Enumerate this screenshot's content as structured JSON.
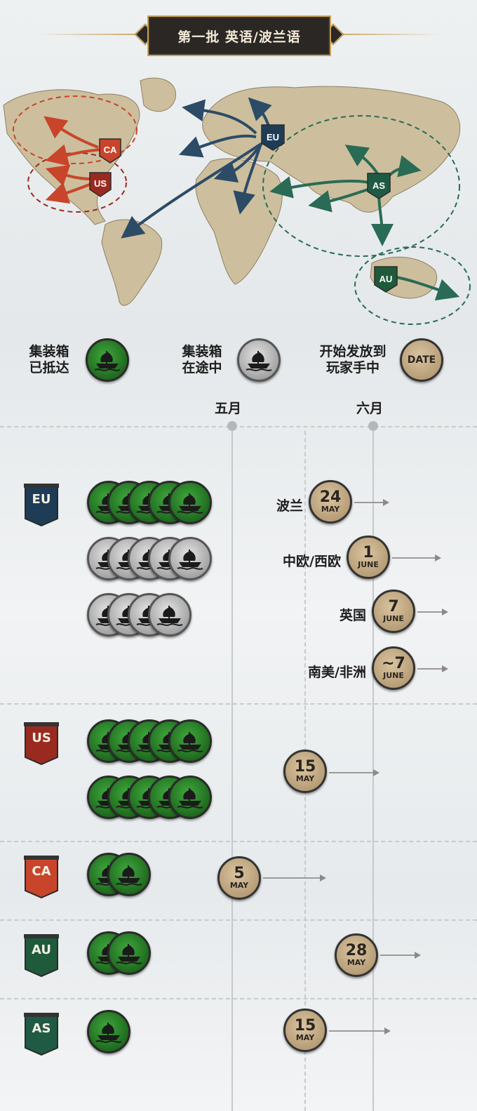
{
  "title": "第一批 英语/波兰语",
  "map": {
    "regions": [
      {
        "code": "CA",
        "color": "#c8452b"
      },
      {
        "code": "US",
        "color": "#9a2a20"
      },
      {
        "code": "EU",
        "color": "#1f3c56"
      },
      {
        "code": "AS",
        "color": "#1f5a45"
      },
      {
        "code": "AU",
        "color": "#1f5a3a"
      }
    ]
  },
  "legend": {
    "arrived": "集装箱\n已抵达",
    "in_transit": "集装箱\n在途中",
    "release": "开始发放到\n玩家手中",
    "date_coin": "DATE"
  },
  "months": {
    "may": "五月",
    "june": "六月"
  },
  "rows": [
    {
      "region": "EU",
      "color": "#1f3c56",
      "arrived": 5,
      "in_transit": 9,
      "releases": [
        {
          "label": "波兰",
          "num": "24",
          "mon": "MAY"
        },
        {
          "label": "中欧/西欧",
          "num": "1",
          "mon": "JUNE"
        },
        {
          "label": "英国",
          "num": "7",
          "mon": "JUNE"
        },
        {
          "label": "南美/非洲",
          "num": "~7",
          "mon": "JUNE"
        }
      ]
    },
    {
      "region": "US",
      "color": "#9a2a20",
      "arrived": 10,
      "in_transit": 0,
      "releases": [
        {
          "label": "",
          "num": "15",
          "mon": "MAY"
        }
      ]
    },
    {
      "region": "CA",
      "color": "#c8452b",
      "arrived": 2,
      "in_transit": 0,
      "releases": [
        {
          "label": "",
          "num": "5",
          "mon": "MAY"
        }
      ]
    },
    {
      "region": "AU",
      "color": "#1f5a3a",
      "arrived": 2,
      "in_transit": 0,
      "releases": [
        {
          "label": "",
          "num": "28",
          "mon": "MAY"
        }
      ]
    },
    {
      "region": "AS",
      "color": "#1f5a45",
      "arrived": 1,
      "in_transit": 0,
      "releases": [
        {
          "label": "",
          "num": "15",
          "mon": "MAY"
        }
      ]
    }
  ]
}
